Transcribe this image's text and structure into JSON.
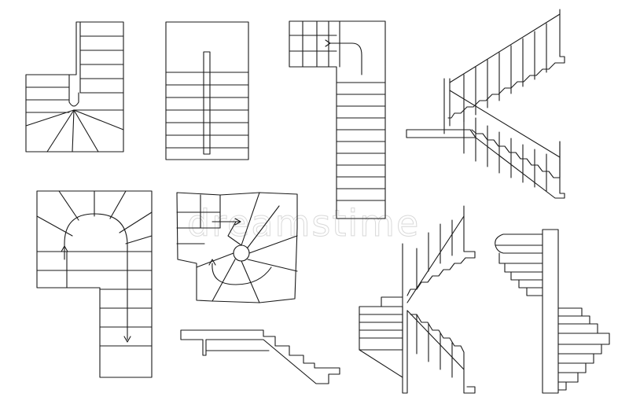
{
  "watermark": {
    "text": "dreamstime"
  },
  "colors": {
    "stroke": "#1a1a1a",
    "background": "#ffffff",
    "watermark": "#d9d9d9"
  },
  "drawings": [
    "winder-stair-plan-top-left",
    "straight-stair-plan-with-rail",
    "l-shaped-stair-plan-with-arrow",
    "dog-leg-stair-elevation-top-right",
    "u-shaped-winder-plan-with-arrows",
    "spiral-stair-plan",
    "side-profile-stair",
    "split-stair-elevation",
    "spiral-stair-elevation"
  ]
}
